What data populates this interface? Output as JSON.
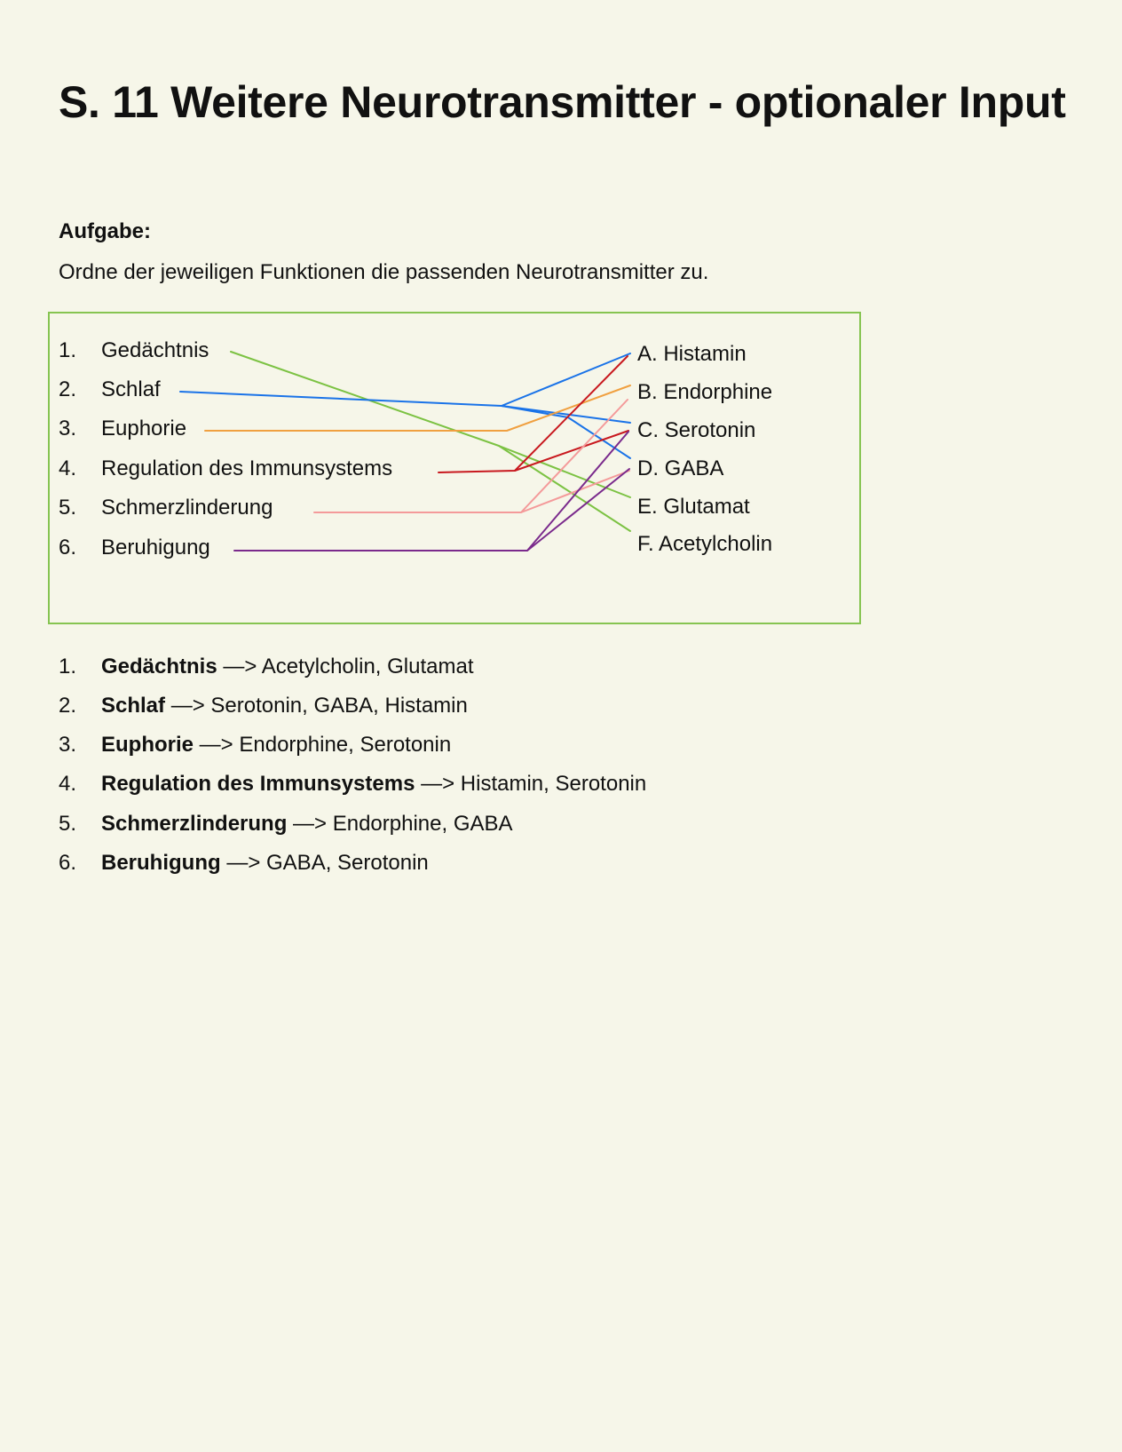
{
  "title": "S. 11 Weitere Neurotransmitter - optionaler Input",
  "task_heading": "Aufgabe:",
  "task_text": "Ordne der jeweiligen Funktionen die passenden Neurotransmitter zu.",
  "functions": [
    {
      "num": "1.",
      "label": "Gedächtnis"
    },
    {
      "num": "2.",
      "label": "Schlaf"
    },
    {
      "num": "3.",
      "label": "Euphorie"
    },
    {
      "num": "4.",
      "label": "Regulation des Immunsystems"
    },
    {
      "num": "5.",
      "label": "Schmerzlinderung"
    },
    {
      "num": "6.",
      "label": "Beruhigung"
    }
  ],
  "transmitters": [
    {
      "label": "A. Histamin"
    },
    {
      "label": "B. Endorphine"
    },
    {
      "label": "C. Serotonin"
    },
    {
      "label": "D. GABA"
    },
    {
      "label": "E. Glutamat"
    },
    {
      "label": "F. Acetylcholin"
    }
  ],
  "connection_colors": {
    "gedaechtnis": "#7cc243",
    "schlaf": "#1a73e8",
    "euphorie": "#f0a040",
    "immunsystem": "#c8181e",
    "schmerzlinderung": "#f49a9a",
    "beruhigung": "#7a2a8c"
  },
  "box_border_color": "#86c451",
  "answers": [
    {
      "num": "1.",
      "function": "Gedächtnis",
      "result": " —> Acetylcholin, Glutamat"
    },
    {
      "num": "2.",
      "function": "Schlaf",
      "result": " —> Serotonin, GABA, Histamin"
    },
    {
      "num": "3.",
      "function": "Euphorie",
      "result": " —> Endorphine, Serotonin"
    },
    {
      "num": "4.",
      "function": "Regulation des Immunsystems",
      "result": " —> Histamin, Serotonin"
    },
    {
      "num": "5.",
      "function": "Schmerzlinderung",
      "result": " —> Endorphine, GABA"
    },
    {
      "num": "6.",
      "function": "Beruhigung",
      "result": " —> GABA, Serotonin"
    }
  ]
}
